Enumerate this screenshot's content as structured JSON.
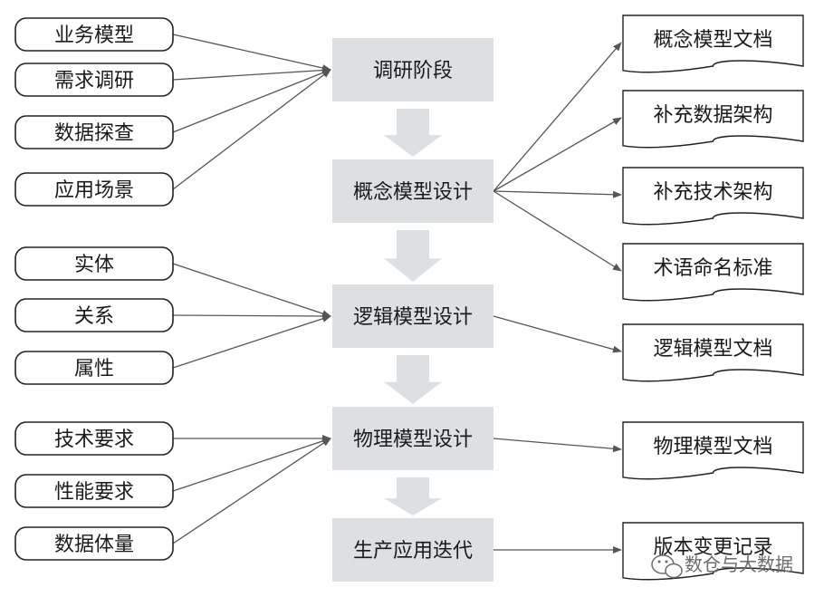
{
  "inputs": [
    {
      "id": "in-business-model",
      "label": "业务模型",
      "target": "stage-research"
    },
    {
      "id": "in-requirements",
      "label": "需求调研",
      "target": "stage-research"
    },
    {
      "id": "in-data-exploration",
      "label": "数据探查",
      "target": "stage-research"
    },
    {
      "id": "in-scenario",
      "label": "应用场景",
      "target": "stage-research"
    },
    {
      "id": "in-entity",
      "label": "实体",
      "target": "stage-logical"
    },
    {
      "id": "in-relation",
      "label": "关系",
      "target": "stage-logical"
    },
    {
      "id": "in-attribute",
      "label": "属性",
      "target": "stage-logical"
    },
    {
      "id": "in-tech-req",
      "label": "技术要求",
      "target": "stage-physical"
    },
    {
      "id": "in-perf-req",
      "label": "性能要求",
      "target": "stage-physical"
    },
    {
      "id": "in-data-volume",
      "label": "数据体量",
      "target": "stage-physical"
    }
  ],
  "stages": [
    {
      "id": "stage-research",
      "label": "调研阶段"
    },
    {
      "id": "stage-conceptual",
      "label": "概念模型设计"
    },
    {
      "id": "stage-logical",
      "label": "逻辑模型设计"
    },
    {
      "id": "stage-physical",
      "label": "物理模型设计"
    },
    {
      "id": "stage-iteration",
      "label": "生产应用迭代"
    }
  ],
  "documents": [
    {
      "id": "doc-conceptual",
      "label": "概念模型文档",
      "source": "stage-conceptual"
    },
    {
      "id": "doc-data-arch",
      "label": "补充数据架构",
      "source": "stage-conceptual"
    },
    {
      "id": "doc-tech-arch",
      "label": "补充技术架构",
      "source": "stage-conceptual"
    },
    {
      "id": "doc-naming",
      "label": "术语命名标准",
      "source": "stage-conceptual"
    },
    {
      "id": "doc-logical",
      "label": "逻辑模型文档",
      "source": "stage-logical"
    },
    {
      "id": "doc-physical",
      "label": "物理模型文档",
      "source": "stage-physical"
    },
    {
      "id": "doc-changelog",
      "label": "版本变更记录",
      "source": "stage-iteration"
    }
  ],
  "watermark": "数仓与大数据",
  "colors": {
    "stage_fill": "#dde0e3",
    "arrow_fill": "#dde0e3",
    "line": "#555555",
    "box_stroke": "#222222"
  }
}
